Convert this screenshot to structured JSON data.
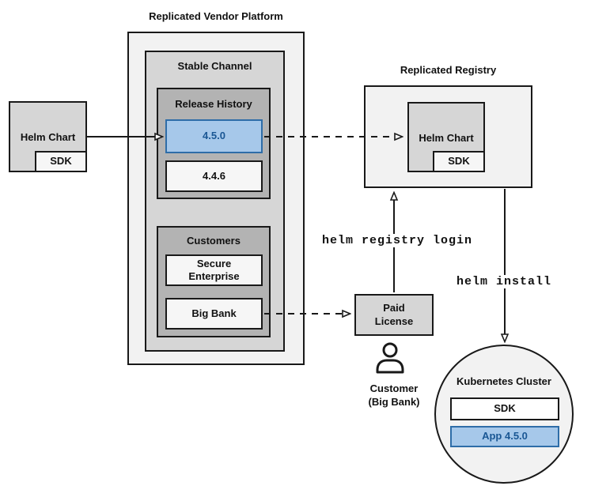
{
  "colors": {
    "canvas_bg": "#FFFFFF",
    "container_light": "#F2F2F2",
    "container_mid": "#D6D6D6",
    "container_dark": "#B3B3B3",
    "leaf_light": "#F6F6F6",
    "leaf_white": "#FFFFFF",
    "highlight_fill": "#A6C8EA",
    "highlight_border": "#2E6DA8",
    "highlight_text": "#1A5794",
    "stroke": "#191919"
  },
  "vendor_platform": {
    "title": "Replicated Vendor Platform",
    "stable_channel": {
      "title": "Stable Channel",
      "release_history": {
        "title": "Release History",
        "releases": [
          {
            "version": "4.5.0",
            "highlighted": true
          },
          {
            "version": "4.4.6",
            "highlighted": false
          }
        ]
      },
      "customers": {
        "title": "Customers",
        "items": [
          {
            "name": "Secure Enterprise"
          },
          {
            "name": "Big Bank"
          }
        ]
      }
    }
  },
  "source_chart": {
    "label": "Helm Chart",
    "sdk": "SDK"
  },
  "registry": {
    "title": "Replicated Registry",
    "chart_label": "Helm Chart",
    "sdk": "SDK"
  },
  "paid_license": {
    "label": "Paid License"
  },
  "customer": {
    "label": "Customer (Big Bank)"
  },
  "kubernetes_cluster": {
    "title": "Kubernetes Cluster",
    "sdk": "SDK",
    "app": "App 4.5.0"
  },
  "commands": {
    "registry_login": "helm registry login",
    "install": "helm install"
  }
}
